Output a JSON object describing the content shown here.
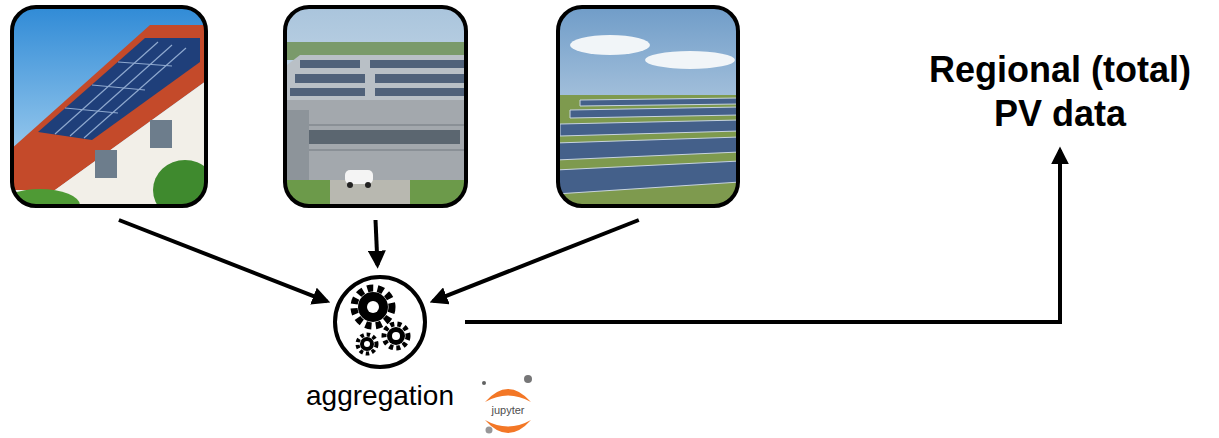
{
  "diagram": {
    "nodes": [
      {
        "text": []
      },
      {
        "text": []
      },
      {
        "text": []
      },
      {
        "text": [
          "aggregation"
        ]
      },
      {
        "text": [
          "Regional (total) PV data"
        ]
      }
    ],
    "edges": [
      {
        "from": 0,
        "to": 3,
        "arrow": "to"
      },
      {
        "from": 1,
        "to": 3,
        "arrow": "to"
      },
      {
        "from": 2,
        "to": 3,
        "arrow": "to"
      },
      {
        "from": 3,
        "to": 4,
        "arrow": "to"
      }
    ],
    "labels": [
      "jupyter"
    ]
  }
}
